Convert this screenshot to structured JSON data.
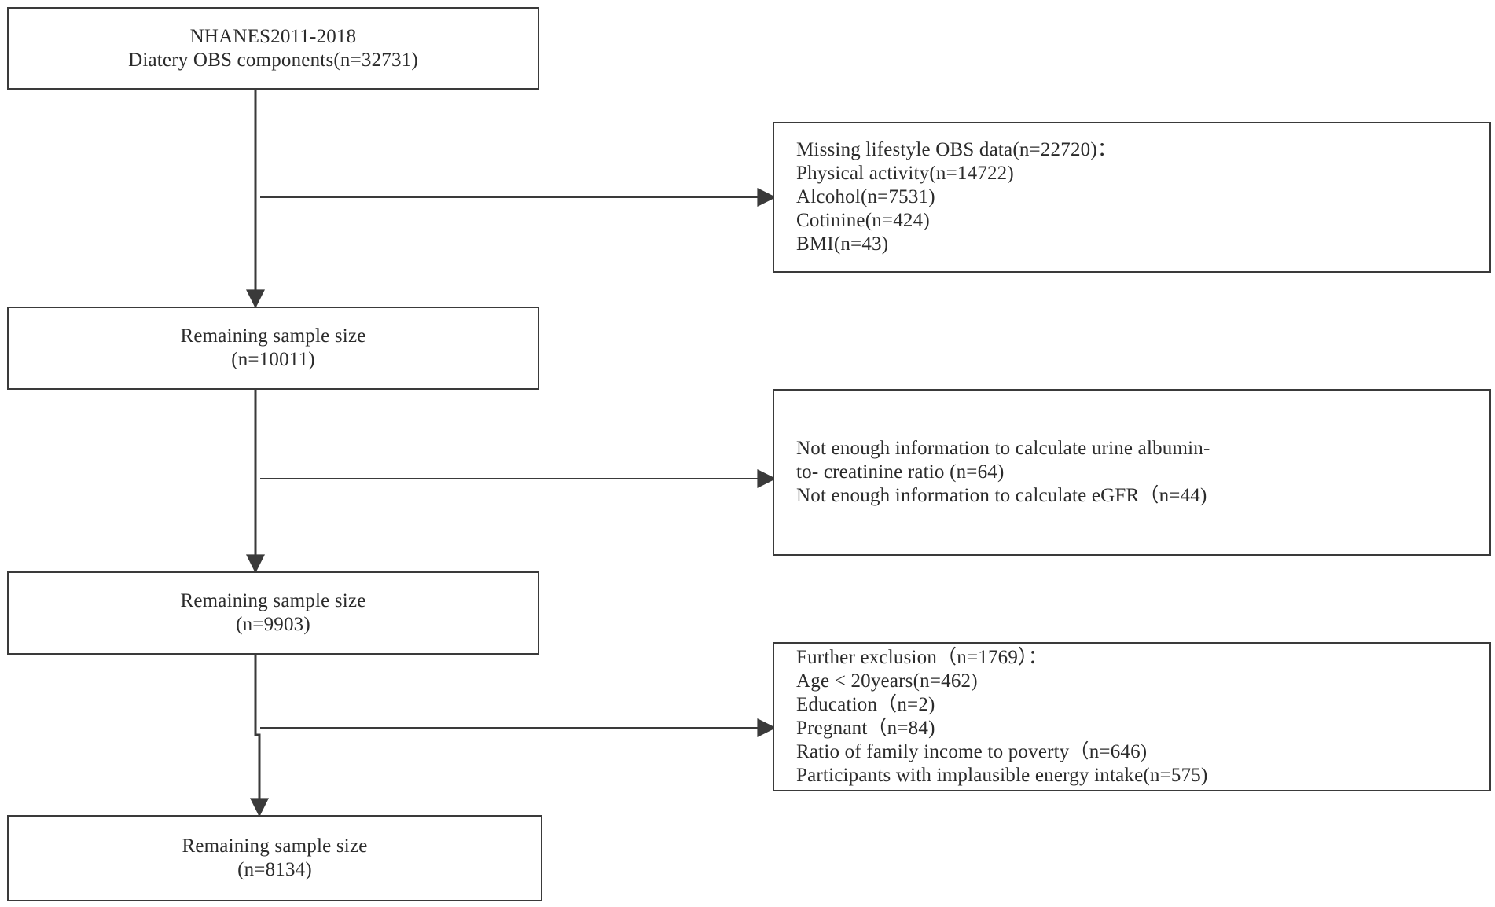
{
  "flow": {
    "start": {
      "lines": [
        "NHANES2011-2018",
        "Diatery OBS components(n=32731)"
      ]
    },
    "step1": {
      "lines": [
        "Remaining sample size",
        "(n=10011)"
      ]
    },
    "step2": {
      "lines": [
        "Remaining sample size",
        "(n=9903)"
      ]
    },
    "final": {
      "lines": [
        "Remaining sample size",
        "(n=8134)"
      ]
    },
    "exclusion1": {
      "lines": [
        "Missing lifestyle OBS data(n=22720)：",
        "Physical activity(n=14722)",
        "Alcohol(n=7531)",
        "Cotinine(n=424)",
        "BMI(n=43)"
      ]
    },
    "exclusion2": {
      "lines": [
        "Not enough information to calculate urine albumin-",
        "to- creatinine ratio (n=64)",
        "Not enough information to calculate eGFR（n=44)"
      ]
    },
    "exclusion3": {
      "lines": [
        "Further exclusion（n=1769）：",
        "Age < 20years(n=462)",
        "Education（n=2)",
        "Pregnant（n=84)",
        "Ratio of family income to poverty（n=646)",
        "Participants with implausible energy intake(n=575)"
      ]
    }
  },
  "colors": {
    "stroke": "#3a3a3a",
    "text": "#2b2b2b"
  }
}
